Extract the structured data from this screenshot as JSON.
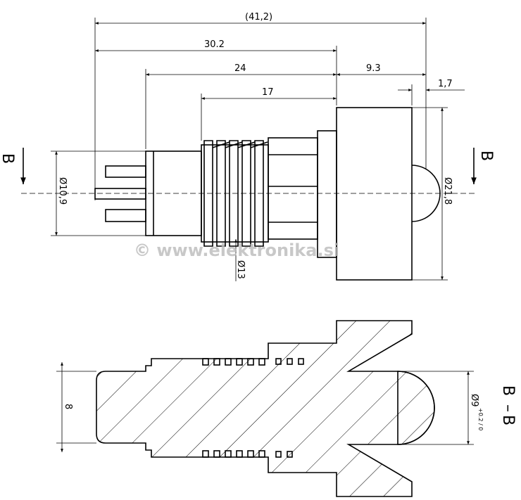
{
  "dimensions": {
    "overall": "(41,2)",
    "length_30": "30.2",
    "length_24": "24",
    "length_9": "9.3",
    "length_17": "17",
    "length_1": "1,7",
    "dia_back": "Ø10,9",
    "dia_front": "Ø21,8",
    "dia_thread": "Ø13",
    "section_width": "8",
    "dia_lens": "Ø9",
    "dia_lens_tol": "+0.2 / 0"
  },
  "section": {
    "marker": "B",
    "label_top": "B",
    "label_dash": "–",
    "label_bottom": "B"
  },
  "watermark": "© www.elektronika.si"
}
